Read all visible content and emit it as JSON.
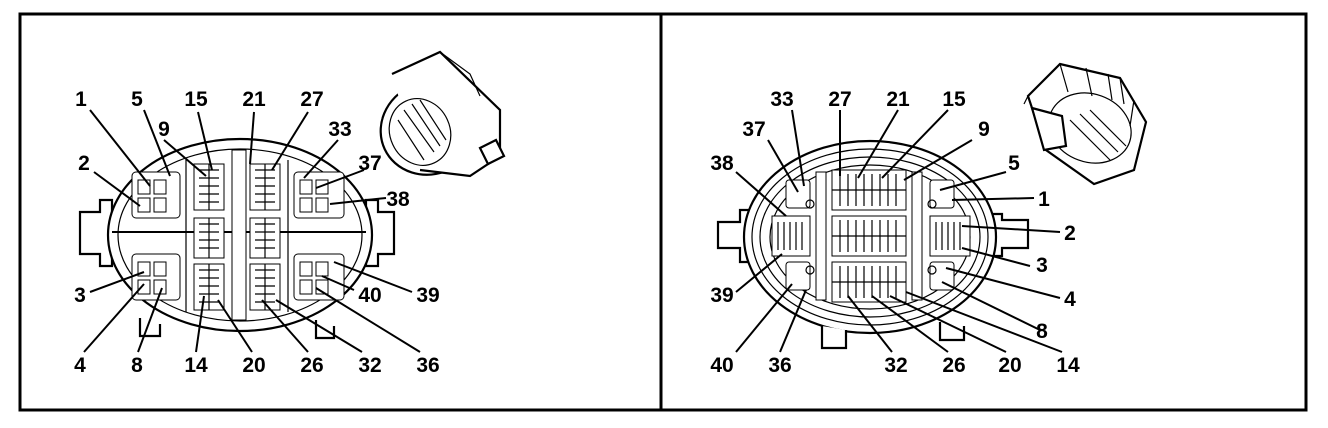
{
  "left_panel": {
    "labels": {
      "p1": "1",
      "p5": "5",
      "p15": "15",
      "p21": "21",
      "p27": "27",
      "p9": "9",
      "p33": "33",
      "p2": "2",
      "p37": "37",
      "p38": "38",
      "p3": "3",
      "p40": "40",
      "p39": "39",
      "p4": "4",
      "p8": "8",
      "p14": "14",
      "p20": "20",
      "p26": "26",
      "p32": "32",
      "p36": "36"
    }
  },
  "right_panel": {
    "labels": {
      "p33": "33",
      "p27": "27",
      "p21": "21",
      "p15": "15",
      "p37": "37",
      "p9": "9",
      "p38": "38",
      "p5": "5",
      "p1": "1",
      "p2": "2",
      "p3": "3",
      "p39": "39",
      "p4": "4",
      "p8": "8",
      "p40": "40",
      "p36": "36",
      "p32": "32",
      "p26": "26",
      "p20": "20",
      "p14": "14"
    }
  }
}
